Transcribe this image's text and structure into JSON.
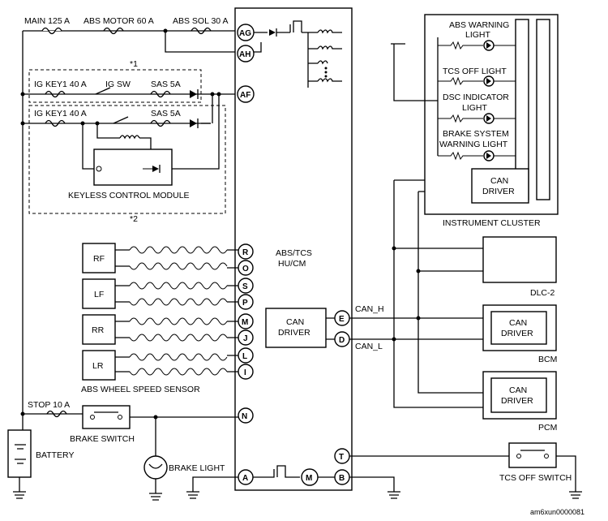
{
  "fuses": {
    "main": "MAIN 125 A",
    "abs_motor": "ABS MOTOR 60 A",
    "abs_sol": "ABS SOL 30 A",
    "ig_key1_a": "IG KEY1 40 A",
    "ig_sw": "IG SW",
    "sas_a": "SAS 5A",
    "ig_key1_b": "IG KEY1 40 A",
    "sas_b": "SAS 5A",
    "stop": "STOP 10 A"
  },
  "notes": {
    "n1": "*1",
    "n2": "*2"
  },
  "modules": {
    "keyless": "KEYLESS CONTROL MODULE",
    "abs_title_1": "ABS/TCS",
    "abs_title_2": "HU/CM",
    "can_driver_1": "CAN",
    "can_driver_2": "DRIVER",
    "instrument_cluster": "INSTRUMENT CLUSTER",
    "dlc2": "DLC-2",
    "bcm": "BCM",
    "pcm": "PCM"
  },
  "cluster_lights": {
    "abs_warning_1": "ABS WARNING",
    "abs_warning_2": "LIGHT",
    "tcs_off": "TCS OFF LIGHT",
    "dsc_1": "DSC INDICATOR",
    "dsc_2": "LIGHT",
    "brake_sys_1": "BRAKE SYSTEM",
    "brake_sys_2": "WARNING LIGHT"
  },
  "sensors": {
    "rf": "RF",
    "lf": "LF",
    "rr": "RR",
    "lr": "LR",
    "caption": "ABS WHEEL SPEED SENSOR"
  },
  "pins": {
    "ag": "AG",
    "ah": "AH",
    "af": "AF",
    "r": "R",
    "o": "O",
    "s": "S",
    "p": "P",
    "m": "M",
    "j": "J",
    "l": "L",
    "i": "I",
    "n": "N",
    "t": "T",
    "a": "A",
    "b": "B",
    "e": "E",
    "d": "D"
  },
  "can": {
    "high": "CAN_H",
    "low": "CAN_L"
  },
  "misc": {
    "battery": "BATTERY",
    "brake_switch": "BRAKE SWITCH",
    "brake_light": "BRAKE LIGHT",
    "tcs_off_switch": "TCS OFF SWITCH",
    "motor": "M",
    "figure_id": "am6xun0000081"
  }
}
